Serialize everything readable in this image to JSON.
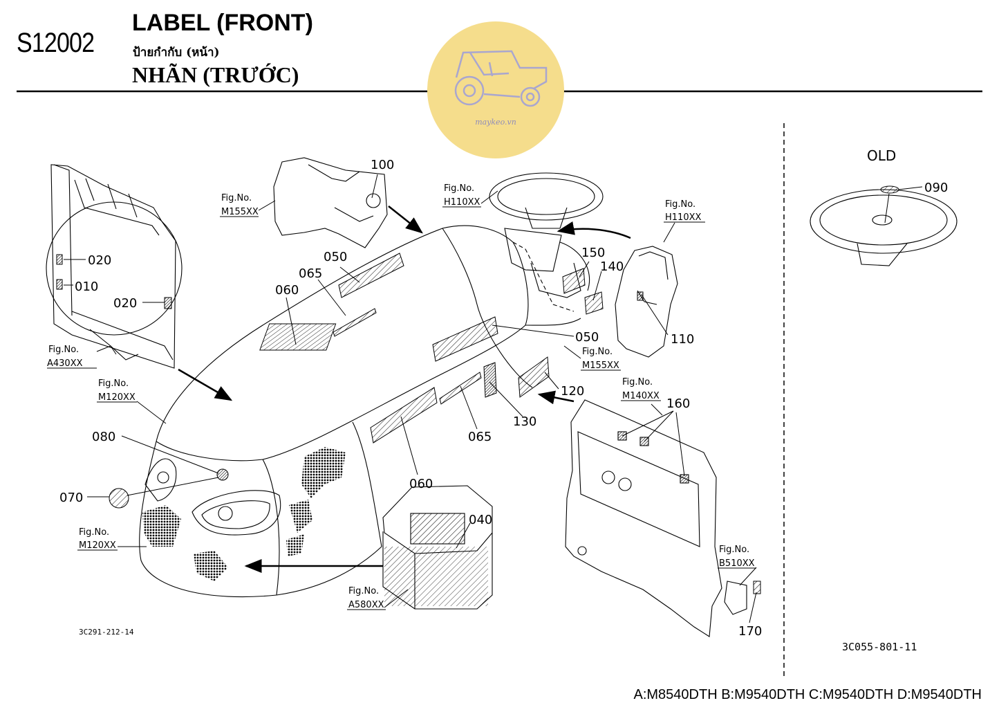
{
  "header": {
    "code": "S12002",
    "title_en": "LABEL (FRONT)",
    "title_th": "ป้ายกำกับ (หน้า)",
    "title_vi": "NHÃN (TRƯỚC)"
  },
  "watermark": {
    "text": "maykeo.vn",
    "icon": "tractor-icon",
    "color": "#f5dd8c"
  },
  "old_panel": {
    "label": "OLD",
    "part": "090"
  },
  "fig_refs": {
    "a430": [
      "Fig.No.",
      "A430XX"
    ],
    "m155_top": [
      "Fig.No.",
      "M155XX"
    ],
    "h110_left": [
      "Fig.No.",
      "H110XX"
    ],
    "h110_right": [
      "Fig.No.",
      "H110XX"
    ],
    "m155_side": [
      "Fig.No.",
      "M155XX"
    ],
    "m120_top": [
      "Fig.No.",
      "M120XX"
    ],
    "m120_bottom": [
      "Fig.No.",
      "M120XX"
    ],
    "m140": [
      "Fig.No.",
      "M140XX"
    ],
    "b510": [
      "Fig.No.",
      "B510XX"
    ],
    "a580": [
      "Fig.No.",
      "A580XX"
    ]
  },
  "parts": {
    "p020a": "020",
    "p010": "010",
    "p020b": "020",
    "p100": "100",
    "p050a": "050",
    "p065a": "065",
    "p060a": "060",
    "p150": "150",
    "p140": "140",
    "p110": "110",
    "p050b": "050",
    "p120": "120",
    "p130": "130",
    "p065b": "065",
    "p060b": "060",
    "p080": "080",
    "p070": "070",
    "p040": "040",
    "p160": "160",
    "p170": "170"
  },
  "drawing_codes": {
    "left": "3C291-212-14",
    "right": "3C055-801-11"
  },
  "models": "A:M8540DTH B:M9540DTH C:M9540DTH D:M9540DTH"
}
